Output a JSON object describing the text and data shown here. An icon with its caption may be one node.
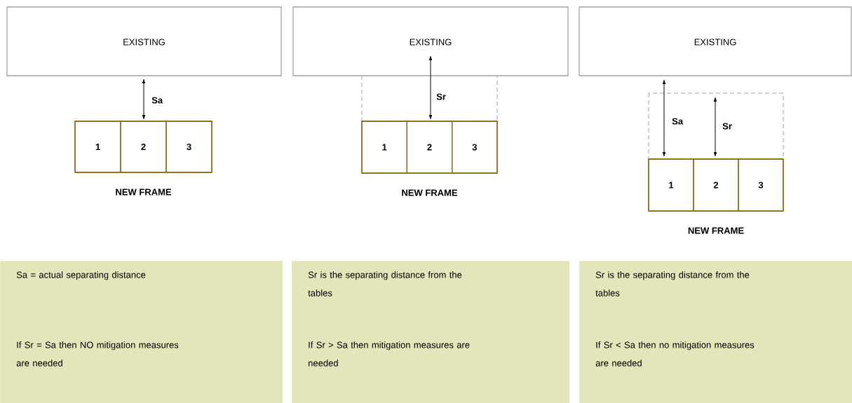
{
  "diagram": {
    "nodes": [
      {
        "text": [
          "EXISTING"
        ]
      },
      {
        "text": [
          "NEW FRAME"
        ]
      },
      {
        "text": [
          "1"
        ],
        "in": 1
      },
      {
        "text": [
          "2"
        ],
        "in": 1
      },
      {
        "text": [
          "3"
        ],
        "in": 1
      },
      {
        "text": [
          "EXISTING"
        ]
      },
      {
        "text": [
          "NEW FRAME"
        ]
      },
      {
        "text": [
          "1"
        ],
        "in": 6
      },
      {
        "text": [
          "2"
        ],
        "in": 6
      },
      {
        "text": [
          "3"
        ],
        "in": 6
      },
      {
        "text": [
          "EXISTING"
        ]
      },
      {
        "text": [
          "NEW FRAME"
        ]
      },
      {
        "text": [
          "1"
        ],
        "in": 11
      },
      {
        "text": [
          "2"
        ],
        "in": 11
      },
      {
        "text": [
          "3"
        ],
        "in": 11
      },
      {
        "text": [
          "Sa = actual separating distance",
          "If Sr = Sa then NO mitigation measures are needed"
        ]
      },
      {
        "text": [
          "Sr is the separating distance from the tables",
          "If Sr > Sa then mitigation measures are needed"
        ]
      },
      {
        "text": [
          "Sr is the separating distance from the tables",
          "If Sr < Sa then no mitigation measures are needed"
        ]
      }
    ],
    "labels": [
      "Sa",
      "Sr",
      "Sa",
      "Sr"
    ]
  }
}
